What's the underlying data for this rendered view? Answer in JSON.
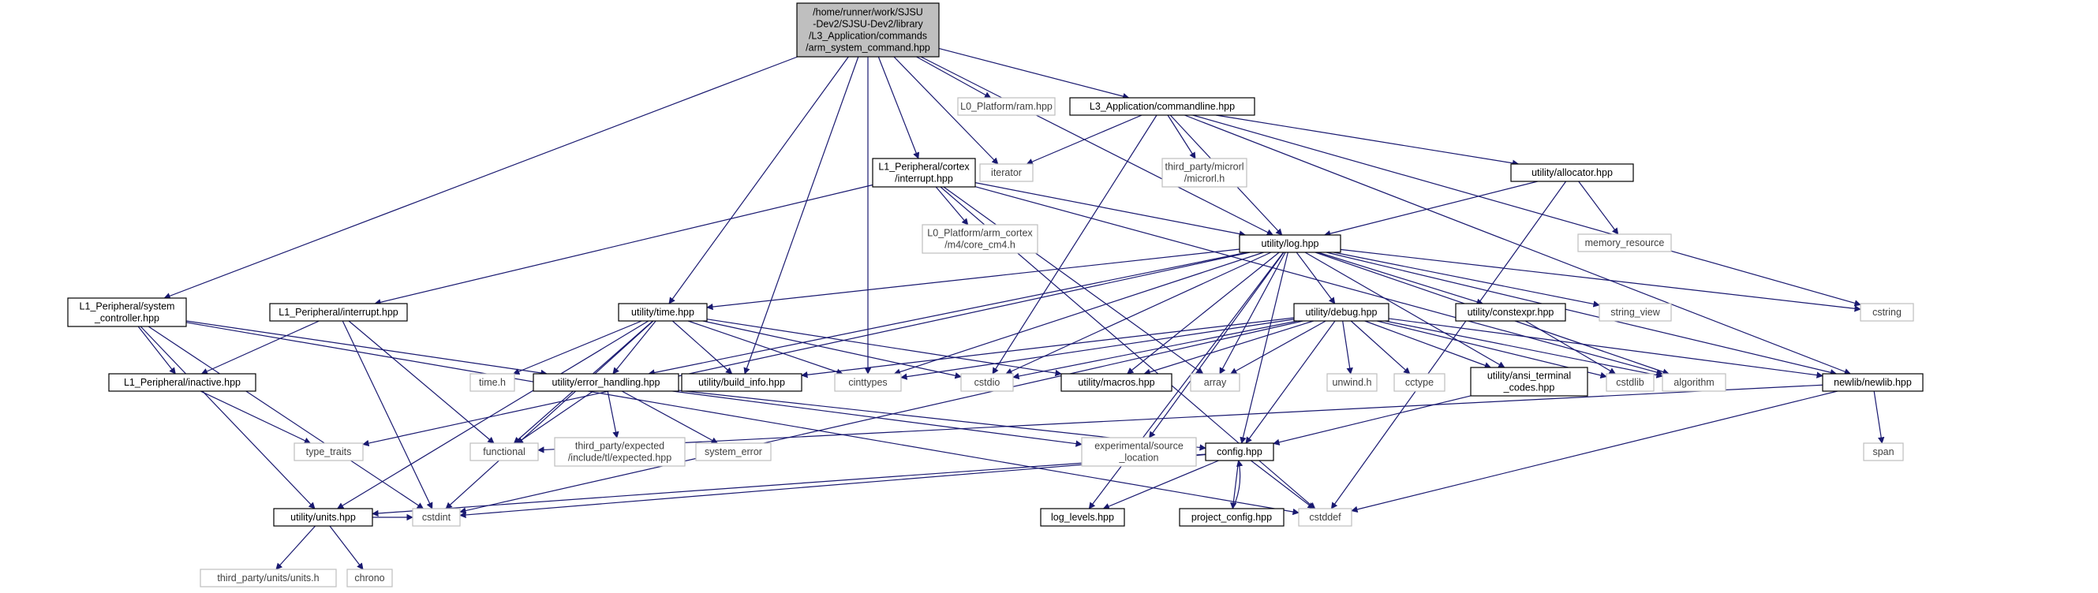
{
  "graph": {
    "nodes": {
      "root": {
        "label": [
          "/home/runner/work/SJSU",
          "-Dev2/SJSU-Dev2/library",
          "/L3_Application/commands",
          "/arm_system_command.hpp"
        ],
        "kind": "root"
      },
      "ram": {
        "label": [
          "L0_Platform/ram.hpp"
        ],
        "kind": "external"
      },
      "cmdline": {
        "label": [
          "L3_Application/commandline.hpp"
        ],
        "kind": "project"
      },
      "iterator": {
        "label": [
          "iterator"
        ],
        "kind": "external"
      },
      "microrl": {
        "label": [
          "third_party/microrl",
          "/microrl.h"
        ],
        "kind": "external"
      },
      "cortexint": {
        "label": [
          "L1_Peripheral/cortex",
          "/interrupt.hpp"
        ],
        "kind": "project"
      },
      "allocator": {
        "label": [
          "utility/allocator.hpp"
        ],
        "kind": "project"
      },
      "corecm4": {
        "label": [
          "L0_Platform/arm_cortex",
          "/m4/core_cm4.h"
        ],
        "kind": "external"
      },
      "memres": {
        "label": [
          "memory_resource"
        ],
        "kind": "external"
      },
      "log": {
        "label": [
          "utility/log.hpp"
        ],
        "kind": "project"
      },
      "sysctl": {
        "label": [
          "L1_Peripheral/system",
          "_controller.hpp"
        ],
        "kind": "project"
      },
      "l1int": {
        "label": [
          "L1_Peripheral/interrupt.hpp"
        ],
        "kind": "project"
      },
      "time": {
        "label": [
          "utility/time.hpp"
        ],
        "kind": "project"
      },
      "debug": {
        "label": [
          "utility/debug.hpp"
        ],
        "kind": "project"
      },
      "constexpr": {
        "label": [
          "utility/constexpr.hpp"
        ],
        "kind": "project"
      },
      "stringview": {
        "label": [
          "string_view"
        ],
        "kind": "external"
      },
      "cstring": {
        "label": [
          "cstring"
        ],
        "kind": "external"
      },
      "inactive": {
        "label": [
          "L1_Peripheral/inactive.hpp"
        ],
        "kind": "project"
      },
      "timeh": {
        "label": [
          "time.h"
        ],
        "kind": "external"
      },
      "errh": {
        "label": [
          "utility/error_handling.hpp"
        ],
        "kind": "project"
      },
      "buildinfo": {
        "label": [
          "utility/build_info.hpp"
        ],
        "kind": "project"
      },
      "cinttypes": {
        "label": [
          "cinttypes"
        ],
        "kind": "external"
      },
      "cstdio": {
        "label": [
          "cstdio"
        ],
        "kind": "external"
      },
      "macros": {
        "label": [
          "utility/macros.hpp"
        ],
        "kind": "project"
      },
      "array": {
        "label": [
          "array"
        ],
        "kind": "external"
      },
      "unwind": {
        "label": [
          "unwind.h"
        ],
        "kind": "external"
      },
      "cctype": {
        "label": [
          "cctype"
        ],
        "kind": "external"
      },
      "ansi": {
        "label": [
          "utility/ansi_terminal",
          "_codes.hpp"
        ],
        "kind": "project"
      },
      "cstdlib": {
        "label": [
          "cstdlib"
        ],
        "kind": "external"
      },
      "algorithm": {
        "label": [
          "algorithm"
        ],
        "kind": "external"
      },
      "newlib": {
        "label": [
          "newlib/newlib.hpp"
        ],
        "kind": "project"
      },
      "typetraits": {
        "label": [
          "type_traits"
        ],
        "kind": "external"
      },
      "functional": {
        "label": [
          "functional"
        ],
        "kind": "external"
      },
      "expected": {
        "label": [
          "third_party/expected",
          "/include/tl/expected.hpp"
        ],
        "kind": "external"
      },
      "syserr": {
        "label": [
          "system_error"
        ],
        "kind": "external"
      },
      "srcloc": {
        "label": [
          "experimental/source",
          "_location"
        ],
        "kind": "external"
      },
      "config": {
        "label": [
          "config.hpp"
        ],
        "kind": "project"
      },
      "span": {
        "label": [
          "span"
        ],
        "kind": "external"
      },
      "units": {
        "label": [
          "utility/units.hpp"
        ],
        "kind": "project"
      },
      "cstdint": {
        "label": [
          "cstdint"
        ],
        "kind": "external"
      },
      "cstddef": {
        "label": [
          "cstddef"
        ],
        "kind": "external"
      },
      "loglevels": {
        "label": [
          "log_levels.hpp"
        ],
        "kind": "project"
      },
      "projconfig": {
        "label": [
          "project_config.hpp"
        ],
        "kind": "project"
      },
      "unitsh": {
        "label": [
          "third_party/units/units.h"
        ],
        "kind": "external"
      },
      "chrono": {
        "label": [
          "chrono"
        ],
        "kind": "external"
      }
    },
    "edges": [
      [
        "root",
        "ram"
      ],
      [
        "root",
        "cmdline"
      ],
      [
        "root",
        "iterator"
      ],
      [
        "root",
        "cortexint"
      ],
      [
        "root",
        "log"
      ],
      [
        "root",
        "sysctl"
      ],
      [
        "root",
        "time"
      ],
      [
        "root",
        "buildinfo"
      ],
      [
        "root",
        "cinttypes"
      ],
      [
        "cmdline",
        "iterator"
      ],
      [
        "cmdline",
        "microrl"
      ],
      [
        "cmdline",
        "allocator"
      ],
      [
        "cmdline",
        "log"
      ],
      [
        "cmdline",
        "cstdio"
      ],
      [
        "cmdline",
        "newlib"
      ],
      [
        "cmdline",
        "cstring"
      ],
      [
        "cortexint",
        "corecm4"
      ],
      [
        "cortexint",
        "log"
      ],
      [
        "cortexint",
        "l1int"
      ],
      [
        "cortexint",
        "array"
      ],
      [
        "cortexint",
        "cstddef"
      ],
      [
        "cortexint",
        "algorithm"
      ],
      [
        "allocator",
        "log"
      ],
      [
        "allocator",
        "memres"
      ],
      [
        "allocator",
        "cstddef"
      ],
      [
        "log",
        "time"
      ],
      [
        "log",
        "debug"
      ],
      [
        "log",
        "constexpr"
      ],
      [
        "log",
        "stringview"
      ],
      [
        "log",
        "cstring"
      ],
      [
        "log",
        "errh"
      ],
      [
        "log",
        "cinttypes"
      ],
      [
        "log",
        "cstdio"
      ],
      [
        "log",
        "macros"
      ],
      [
        "log",
        "array"
      ],
      [
        "log",
        "ansi"
      ],
      [
        "log",
        "algorithm"
      ],
      [
        "log",
        "newlib"
      ],
      [
        "log",
        "typetraits"
      ],
      [
        "log",
        "config"
      ],
      [
        "log",
        "loglevels"
      ],
      [
        "log",
        "srcloc"
      ],
      [
        "sysctl",
        "inactive"
      ],
      [
        "sysctl",
        "errh"
      ],
      [
        "sysctl",
        "units"
      ],
      [
        "sysctl",
        "cstdint"
      ],
      [
        "sysctl",
        "cstddef"
      ],
      [
        "l1int",
        "inactive"
      ],
      [
        "l1int",
        "functional"
      ],
      [
        "l1int",
        "cstdint"
      ],
      [
        "time",
        "timeh"
      ],
      [
        "time",
        "errh"
      ],
      [
        "time",
        "buildinfo"
      ],
      [
        "time",
        "cinttypes"
      ],
      [
        "time",
        "cstdio"
      ],
      [
        "time",
        "macros"
      ],
      [
        "time",
        "functional"
      ],
      [
        "time",
        "units"
      ],
      [
        "time",
        "cstdint"
      ],
      [
        "debug",
        "buildinfo"
      ],
      [
        "debug",
        "cinttypes"
      ],
      [
        "debug",
        "cstdio"
      ],
      [
        "debug",
        "macros"
      ],
      [
        "debug",
        "array"
      ],
      [
        "debug",
        "unwind"
      ],
      [
        "debug",
        "cctype"
      ],
      [
        "debug",
        "ansi"
      ],
      [
        "debug",
        "cstdlib"
      ],
      [
        "debug",
        "algorithm"
      ],
      [
        "debug",
        "newlib"
      ],
      [
        "debug",
        "config"
      ],
      [
        "debug",
        "cstdint"
      ],
      [
        "constexpr",
        "cstdlib"
      ],
      [
        "inactive",
        "typetraits"
      ],
      [
        "errh",
        "expected"
      ],
      [
        "errh",
        "syserr"
      ],
      [
        "errh",
        "srcloc"
      ],
      [
        "errh",
        "functional"
      ],
      [
        "errh",
        "config"
      ],
      [
        "ansi",
        "config"
      ],
      [
        "newlib",
        "span"
      ],
      [
        "newlib",
        "cstddef"
      ],
      [
        "newlib",
        "functional"
      ],
      [
        "config",
        "units"
      ],
      [
        "config",
        "cstdint"
      ],
      [
        "config",
        "cstddef"
      ],
      [
        "config",
        "loglevels"
      ],
      [
        "config",
        "projconfig"
      ],
      [
        "projconfig",
        "config"
      ],
      [
        "units",
        "unitsh"
      ],
      [
        "units",
        "chrono"
      ],
      [
        "units",
        "cstdint"
      ]
    ]
  },
  "colors": {
    "root_fill": "#bfbfbf",
    "project_fill": "#ffffff",
    "project_stroke": "#000000",
    "external_stroke": "#bfbfbf",
    "external_text": "#404040",
    "edge": "#191970"
  }
}
